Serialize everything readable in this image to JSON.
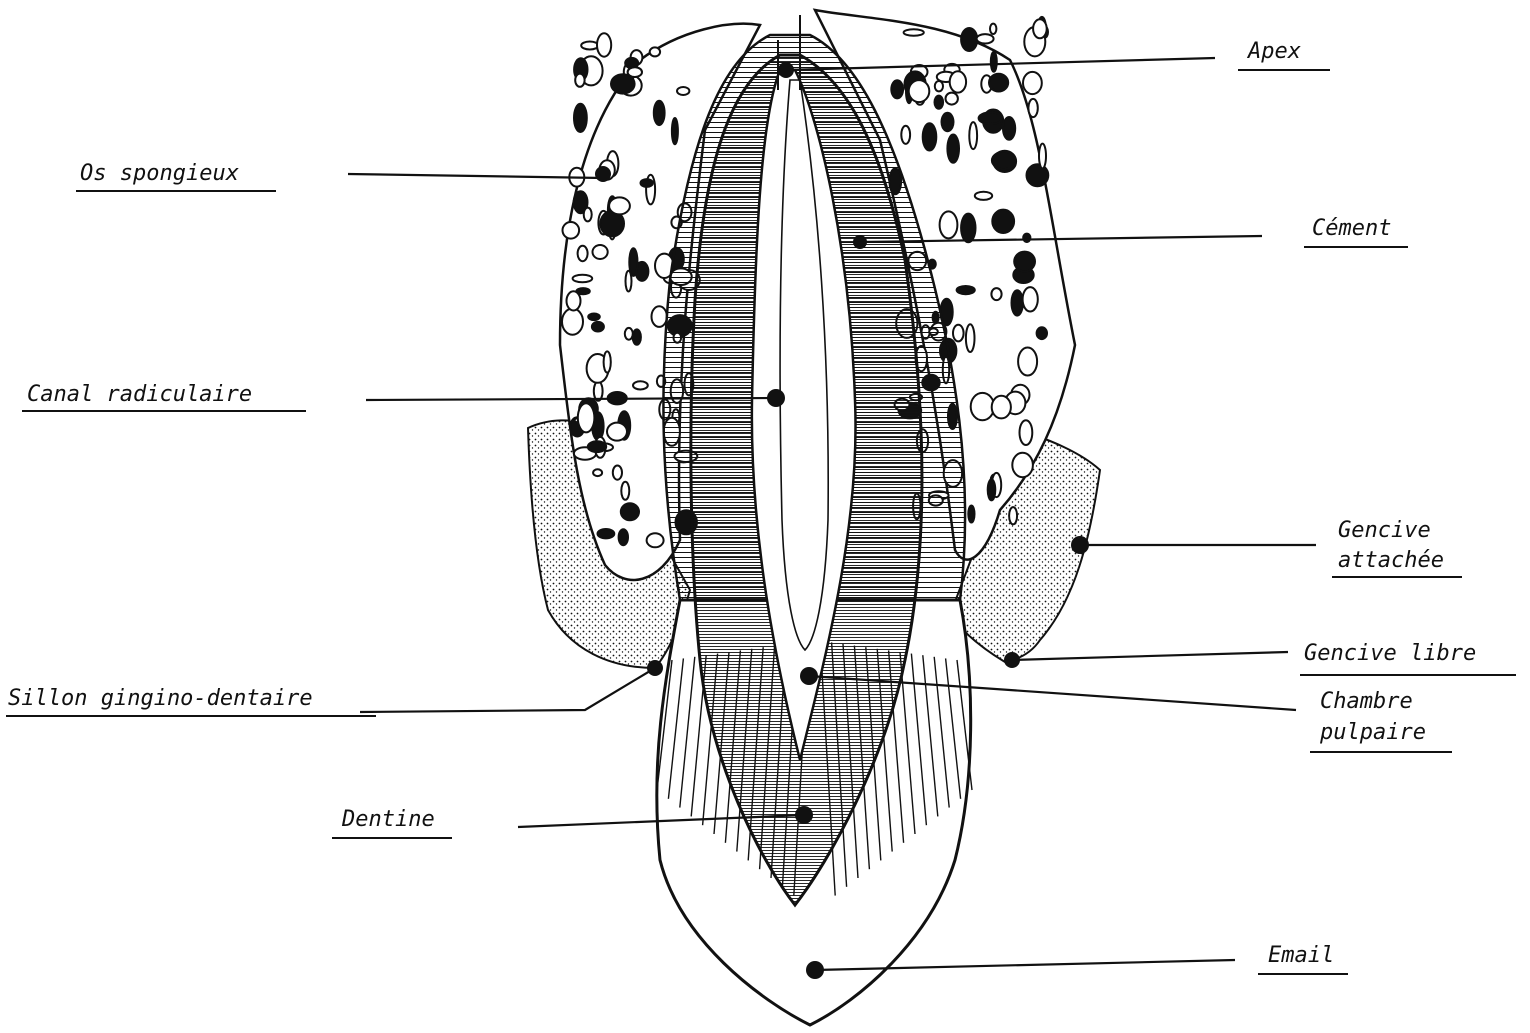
{
  "labels": {
    "apex": "Apex",
    "os_spongieux": "Os spongieux",
    "cement": "Cément",
    "canal_radiculaire": "Canal radiculaire",
    "gencive_attachee_line1": "Gencive",
    "gencive_attachee_line2": "attachée",
    "gencive_libre": "Gencive libre",
    "sillon": "Sillon gingino-dentaire",
    "chambre_pulpaire_line1": "Chambre",
    "chambre_pulpaire_line2": "pulpaire",
    "dentine": "Dentine",
    "email": "Email"
  },
  "colors": {
    "ink": "#111111",
    "paper": "#ffffff"
  }
}
